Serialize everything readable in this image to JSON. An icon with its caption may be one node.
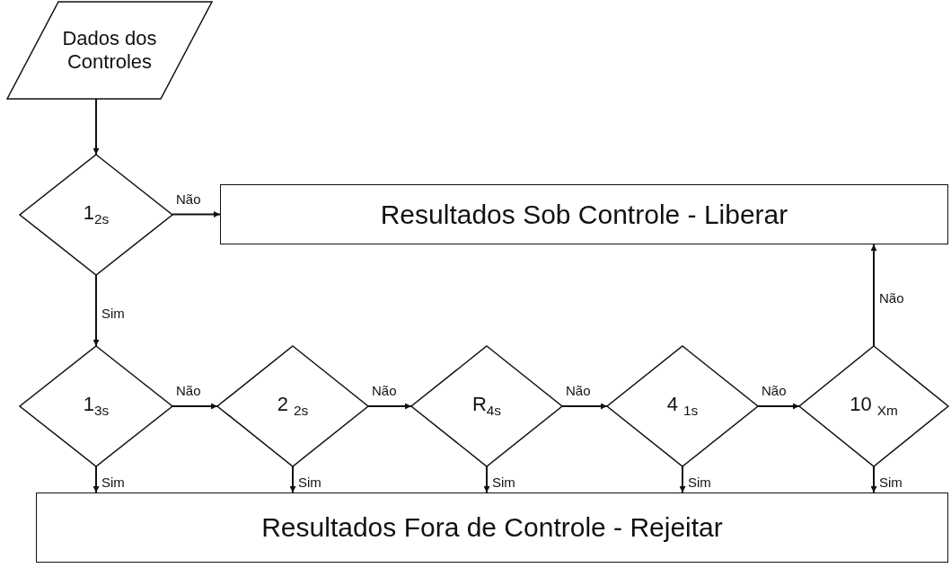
{
  "diagram": {
    "nodes": [
      {
        "text": [
          "Dados dos Controles"
        ]
      },
      {
        "text": [
          "1$_{2s}$"
        ]
      },
      {
        "text": [
          "Resultados Sob Controle - Liberar"
        ]
      },
      {
        "text": [
          "1$_{3s}$"
        ]
      },
      {
        "text": [
          "2 $_{2s}$"
        ]
      },
      {
        "text": [
          "R$_{4s}$"
        ]
      },
      {
        "text": [
          "4 $_{1s}$"
        ]
      },
      {
        "text": [
          "10 $_{Xm}$"
        ]
      },
      {
        "text": [
          "Resultados Fora de Controle - Rejeitar"
        ]
      }
    ],
    "edges": [
      {
        "from": 0,
        "to": 1,
        "arrow": "to"
      },
      {
        "from": 1,
        "to": 2,
        "arrow": "to",
        "label": "Não"
      },
      {
        "from": 1,
        "to": 3,
        "arrow": "to",
        "label": "Sim"
      },
      {
        "from": 3,
        "to": 4,
        "arrow": "to",
        "label": "Não"
      },
      {
        "from": 4,
        "to": 5,
        "arrow": "to",
        "label": "Não"
      },
      {
        "from": 5,
        "to": 6,
        "arrow": "to",
        "label": "Não"
      },
      {
        "from": 6,
        "to": 7,
        "arrow": "to",
        "label": "Não"
      },
      {
        "from": 7,
        "to": 2,
        "arrow": "to",
        "label": "Não"
      },
      {
        "from": 3,
        "to": 8,
        "arrow": "to",
        "label": "Sim"
      },
      {
        "from": 4,
        "to": 8,
        "arrow": "to",
        "label": "Sim"
      },
      {
        "from": 5,
        "to": 8,
        "arrow": "to",
        "label": "Sim"
      },
      {
        "from": 6,
        "to": 8,
        "arrow": "to",
        "label": "Sim"
      },
      {
        "from": 7,
        "to": 8,
        "arrow": "to",
        "label": "Sim"
      }
    ]
  }
}
